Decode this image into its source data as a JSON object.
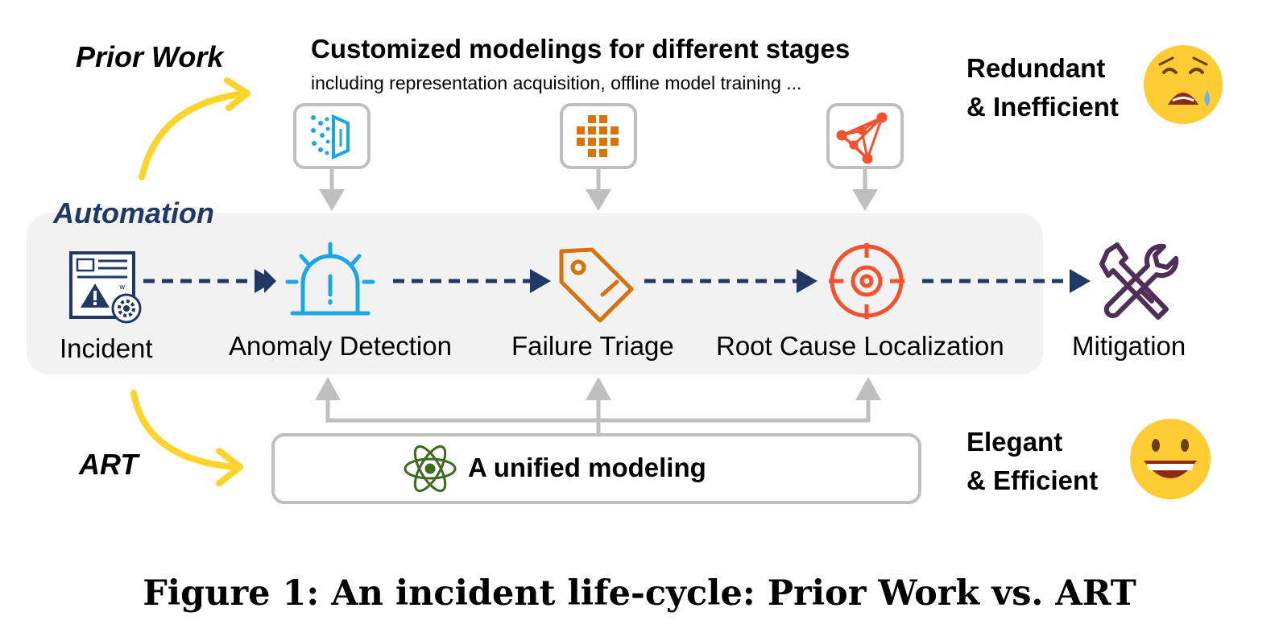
{
  "prior_work": {
    "label": "Prior Work",
    "heading": "Customized modelings for different stages",
    "subheading": "including representation acquisition, offline model training ...",
    "verdict_line1": "Redundant",
    "verdict_line2": "& Inefficient",
    "emoji": "weary-face-icon"
  },
  "automation": {
    "label": "Automation",
    "stages": [
      {
        "label": "Incident",
        "icon": "incident-report-icon"
      },
      {
        "label": "Anomaly Detection",
        "icon": "alarm-light-icon"
      },
      {
        "label": "Failure Triage",
        "icon": "tag-icon"
      },
      {
        "label": "Root Cause Localization",
        "icon": "target-icon"
      },
      {
        "label": "Mitigation",
        "icon": "wrench-screwdriver-icon"
      }
    ],
    "model_icons": [
      "detection-model-icon",
      "triage-model-icon",
      "localization-graph-icon"
    ]
  },
  "art": {
    "label": "ART",
    "unified_model": "A unified modeling",
    "unified_icon": "atom-icon",
    "verdict_line1": "Elegant",
    "verdict_line2": "& Efficient",
    "emoji": "grinning-face-icon"
  },
  "colors": {
    "arrow_dark": "#203864",
    "arrow_gray": "#bfbfbf",
    "highlight_yellow": "#ffd42a",
    "anomaly_blue": "#1aa7e8",
    "triage_orange": "#d7730b",
    "rca_red": "#f4512c",
    "mitigation_purple": "#4f2e5a",
    "atom_green": "#3d6a1f",
    "panel_bg": "#f2f2f2"
  },
  "caption": "Figure 1: An incident life-cycle: Prior Work vs. ART"
}
